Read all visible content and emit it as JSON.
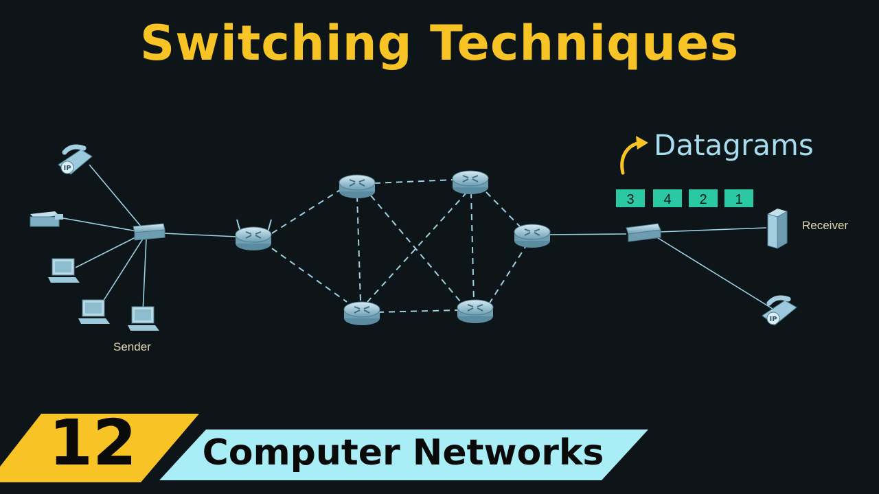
{
  "title": "Switching Techniques",
  "diagram": {
    "sender_label": "Sender",
    "receiver_label": "Receiver",
    "datagrams_label": "Datagrams",
    "packets": [
      "3",
      "4",
      "2",
      "1"
    ],
    "ip_phone_badge": "IP"
  },
  "footer": {
    "episode_number": "12",
    "course_title": "Computer Networks"
  },
  "colors": {
    "background": "#0d1518",
    "title": "#f7c325",
    "link": "#9ed2e4",
    "packet": "#2ac9a4",
    "device": "#a3cfe0",
    "footer_yellow": "#f7c325",
    "footer_cyan": "#a9eef6"
  }
}
